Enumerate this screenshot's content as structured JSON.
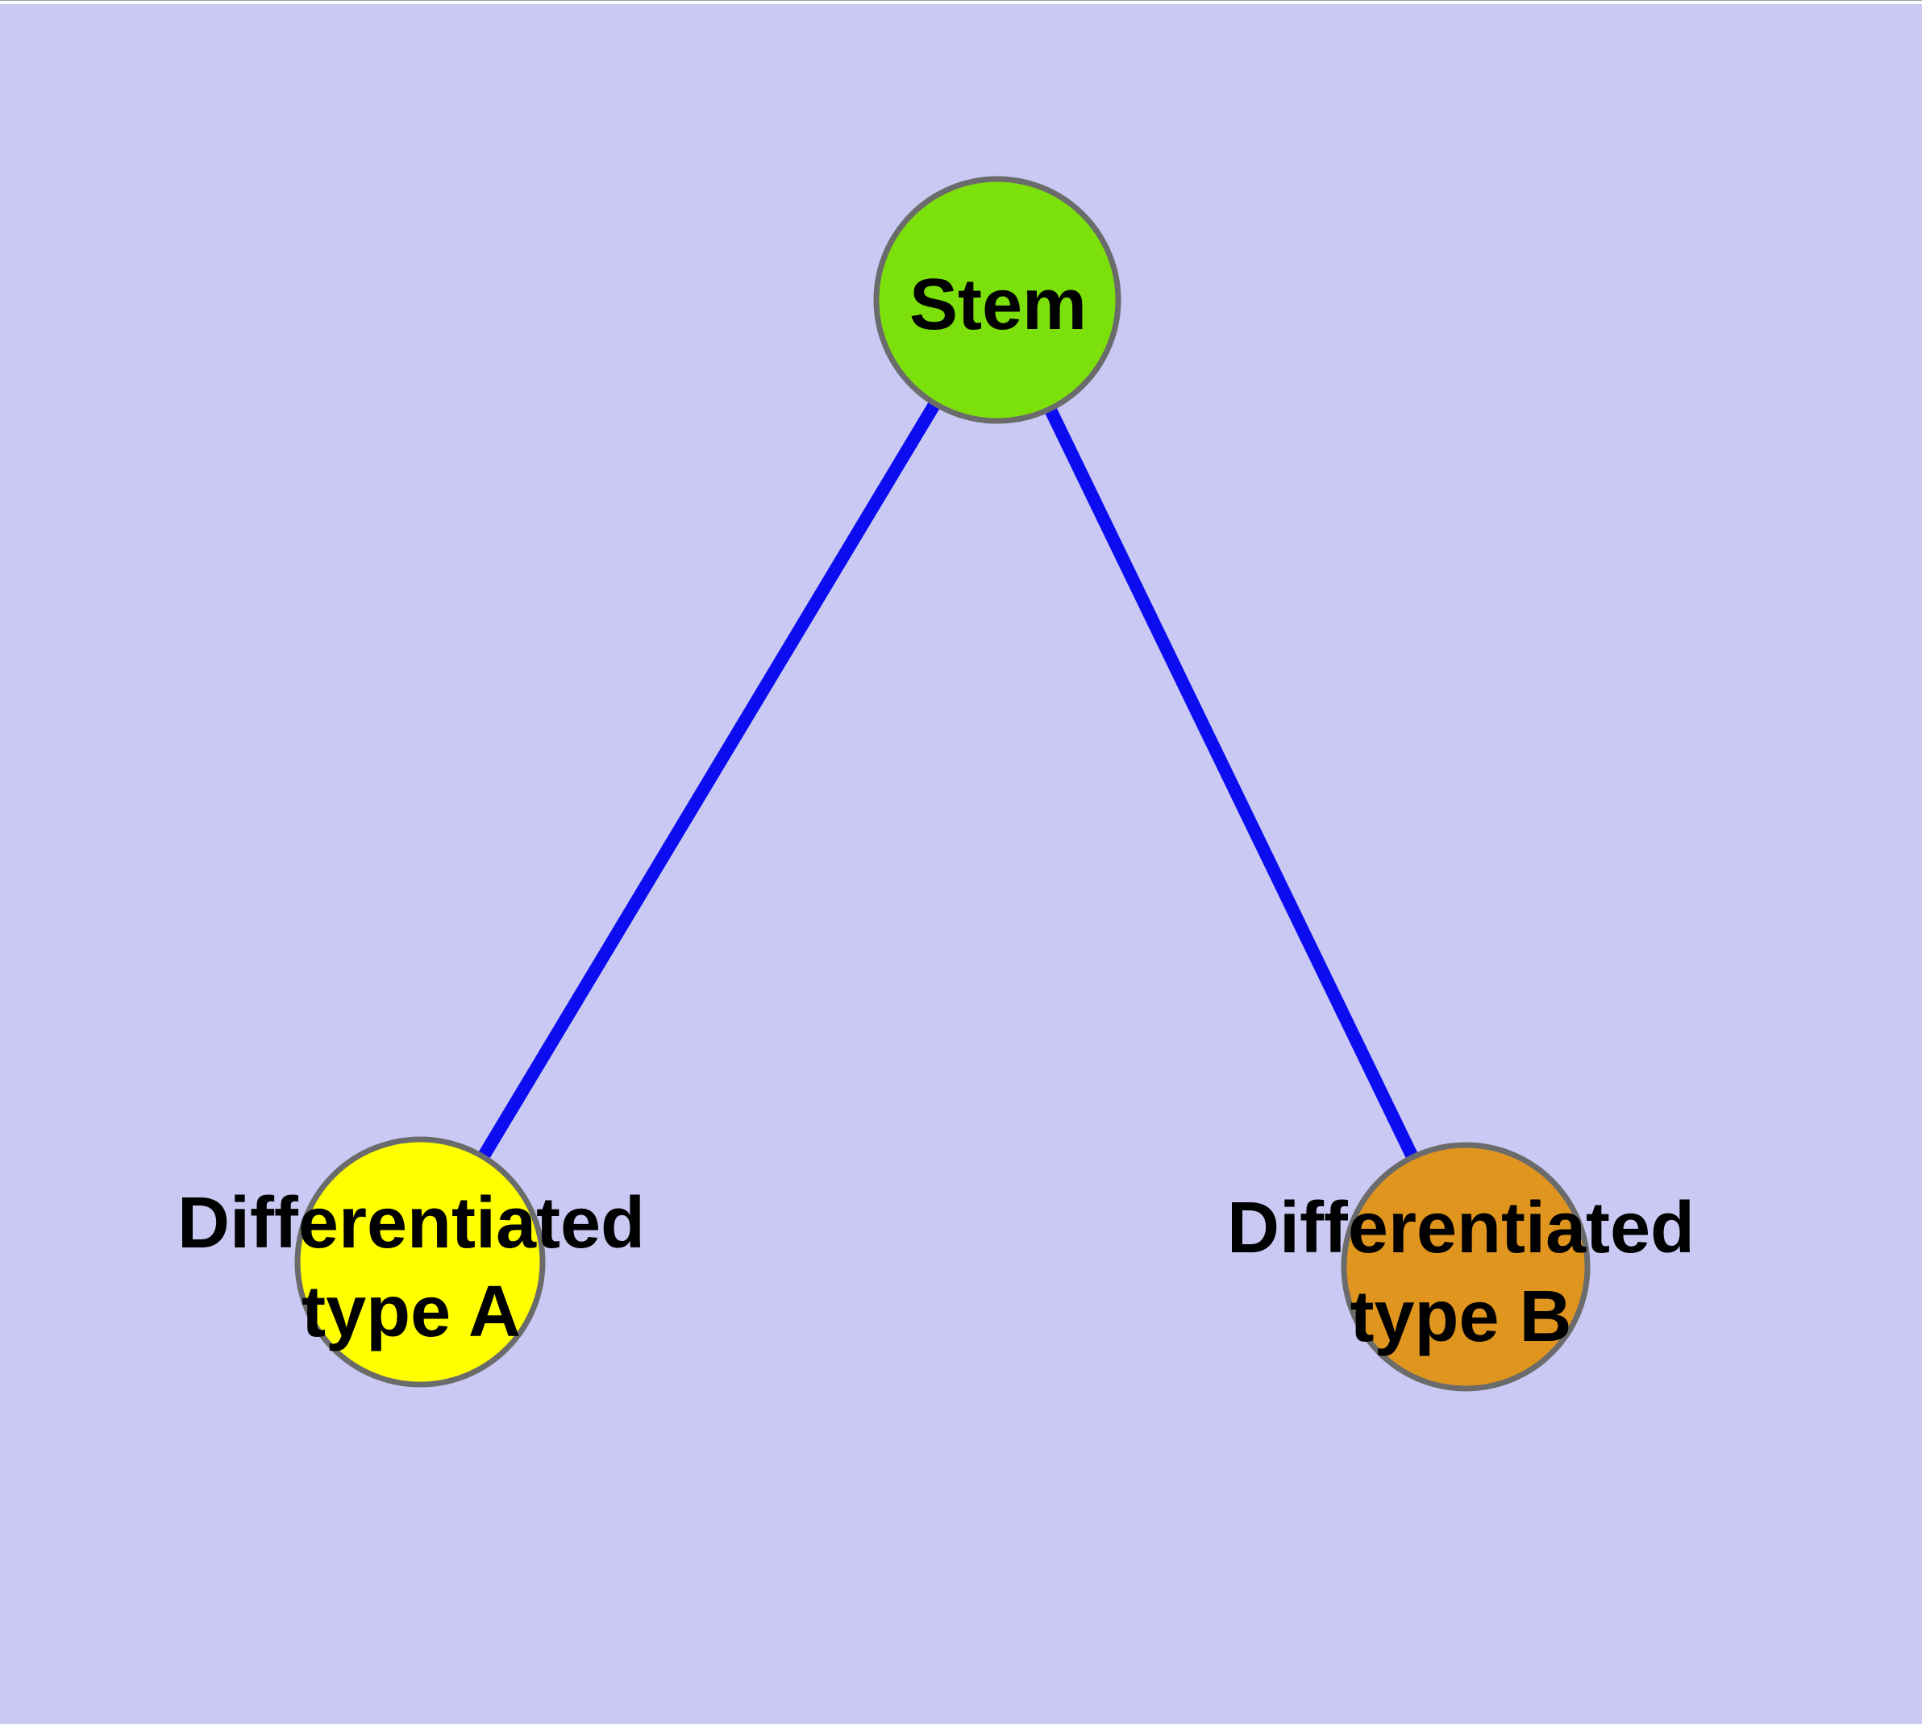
{
  "canvas": {
    "background_color": "#c9c9f4",
    "top_strip_color": "#ffffff"
  },
  "diagram": {
    "type": "graph",
    "description": "Stem cell differentiation tree: one root node connected to two child nodes",
    "style": {
      "node_frame_color": "#6b6b6b",
      "label_color": "#000000",
      "edge_color": "#0c0cf0"
    },
    "nodes": {
      "stem": {
        "label": "Stem",
        "fill": "#7ce00a"
      },
      "type_a": {
        "line1": "Differentiated",
        "line2": "type A",
        "fill": "#ffff00"
      },
      "type_b": {
        "line1": "Differentiated",
        "line2": "type B",
        "fill": "#e0961e"
      }
    },
    "edges": {
      "color": "#0c0cf0",
      "list": [
        {
          "from": "Stem",
          "to": "Differentiated type A"
        },
        {
          "from": "Stem",
          "to": "Differentiated type B"
        }
      ]
    }
  }
}
